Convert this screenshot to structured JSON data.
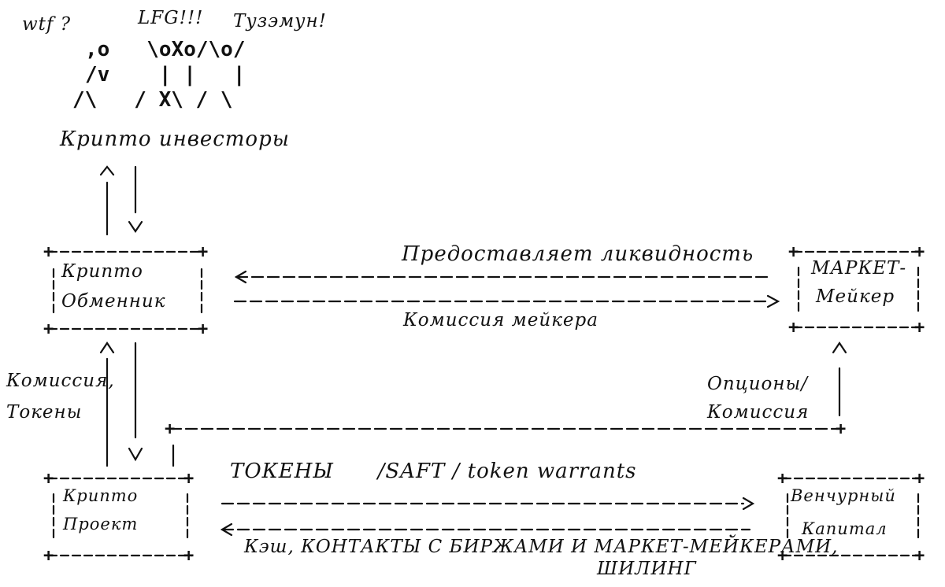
{
  "investors": {
    "shout_wtf": "wtf ?",
    "shout_lfg": "LFG!!!",
    "shout_moon": "Тузэмун!",
    "figures": [
      ",o   \\oXo/\\o/",
      "/v    | |   |",
      "/\\   / X\\ / \\"
    ],
    "label": "Крипто инвесторы"
  },
  "exchange": {
    "line1": "Крипто",
    "line2": "Обменник"
  },
  "market_maker": {
    "line1": "МАРКЕТ-",
    "line2": "Мейкер"
  },
  "project": {
    "line1": "Крипто",
    "line2": "Проект"
  },
  "vc": {
    "line1": "Венчурный",
    "line2": "Капитал"
  },
  "edges": {
    "liquidity": "Предоставляет ликвидность",
    "maker_fee": "Комиссия мейкера",
    "fee_tokens": "Комиссия,\nТокены",
    "options_fee": "Опционы/\nКомиссия",
    "tokens_saft": "ТОКЕНЫ      /SAFT / token warrants",
    "cash_contacts": "Кэш, КОНТАКТЫ С БИРЖАМИ И МАРКЕТ-МЕЙКЕРАМИ,",
    "shilling": "ШИЛИНГ"
  },
  "colors": {
    "ink": "#111111",
    "background": "#ffffff"
  }
}
